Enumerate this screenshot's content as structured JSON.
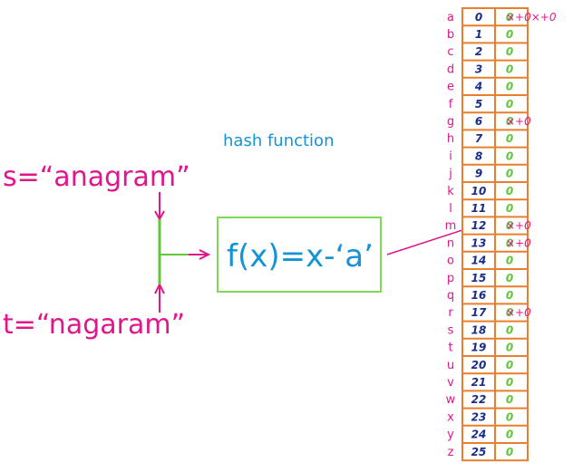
{
  "title": "hash function",
  "input_s": "s=“anagram”",
  "input_t": "t=“nagaram”",
  "formula": "f(x)=x-‘a’",
  "colors": {
    "magenta": "#e0178c",
    "green": "#5fc736",
    "blue": "#1593d6",
    "orange": "#e97f2e",
    "navy": "#1a2e8a",
    "box_green": "#7ed957"
  },
  "table": {
    "letters": [
      "a",
      "b",
      "c",
      "d",
      "e",
      "f",
      "g",
      "h",
      "i",
      "j",
      "k",
      "l",
      "m",
      "n",
      "o",
      "p",
      "q",
      "r",
      "s",
      "t",
      "u",
      "v",
      "w",
      "x",
      "y",
      "z"
    ],
    "indices": [
      "0",
      "1",
      "2",
      "3",
      "4",
      "5",
      "6",
      "7",
      "8",
      "9",
      "10",
      "11",
      "12",
      "13",
      "14",
      "15",
      "16",
      "17",
      "18",
      "19",
      "20",
      "21",
      "22",
      "23",
      "24",
      "25"
    ],
    "counts": [
      "0",
      "0",
      "0",
      "0",
      "0",
      "0",
      "0",
      "0",
      "0",
      "0",
      "0",
      "0",
      "0",
      "0",
      "0",
      "0",
      "0",
      "0",
      "0",
      "0",
      "0",
      "0",
      "0",
      "0",
      "0",
      "0"
    ],
    "annotations": [
      {
        "row": 0,
        "text": "×+0×+0"
      },
      {
        "row": 6,
        "text": "×+0"
      },
      {
        "row": 12,
        "text": "×+0"
      },
      {
        "row": 13,
        "text": "×+0"
      },
      {
        "row": 17,
        "text": "×+0"
      }
    ]
  }
}
